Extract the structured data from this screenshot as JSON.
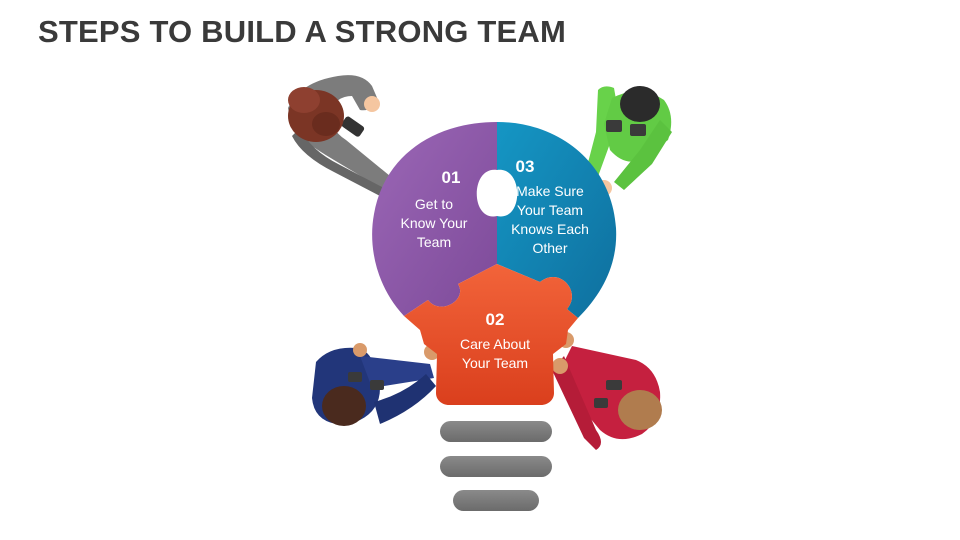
{
  "slide": {
    "title": "STEPS TO BUILD A STRONG TEAM"
  },
  "colors": {
    "step01": "#8e5aa8",
    "step02": "#e8552f",
    "step03": "#1a86b8",
    "base_gray": "#7b7b7b",
    "title": "#3a3a3a"
  },
  "steps": [
    {
      "number": "01",
      "lines": [
        "Get to",
        "Know Your",
        "Team"
      ]
    },
    {
      "number": "02",
      "lines": [
        "Care About",
        "Your Team"
      ]
    },
    {
      "number": "03",
      "lines": [
        "Make Sure",
        "Your Team",
        "Knows Each",
        "Other"
      ]
    }
  ]
}
